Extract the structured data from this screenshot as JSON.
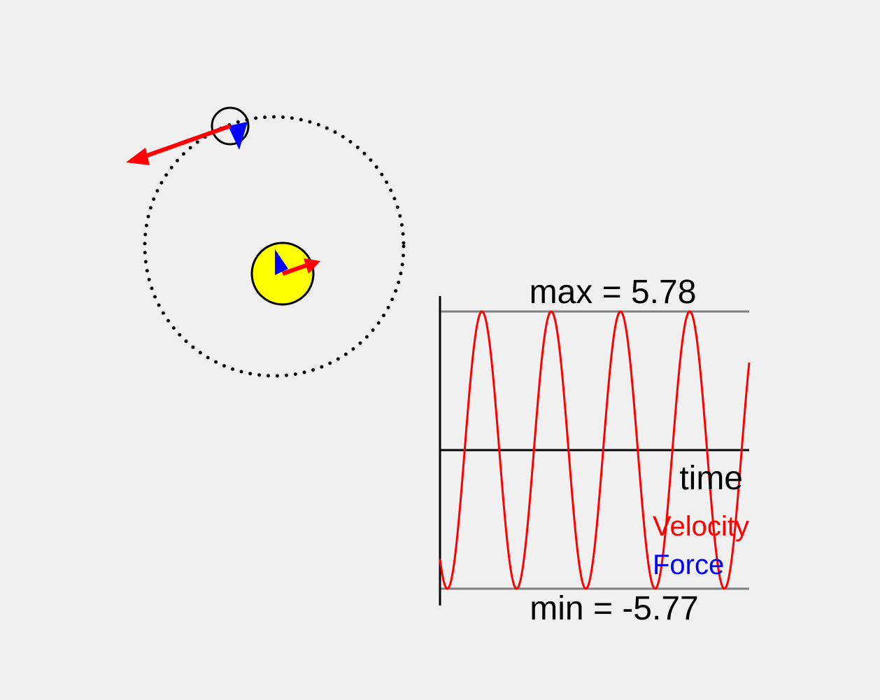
{
  "colors": {
    "background": "#f0f0f0",
    "orbit": "#000000",
    "star_fill": "#ffff00",
    "velocity": "#ff0000",
    "force": "#0000ff",
    "limit_lines": "#808080",
    "axes": "#000000"
  },
  "graph": {
    "max_label": "max = 5.78",
    "min_label": "min = -5.77",
    "time_label": "time",
    "velocity_label": "Velocity",
    "force_label": "Force"
  },
  "chart_data": {
    "type": "line",
    "xlabel": "time",
    "y_max": 5.78,
    "y_min": -5.77,
    "series": [
      {
        "name": "Velocity",
        "color": "#ff0000",
        "cycles": 4.3,
        "amplitude": 5.78
      },
      {
        "name": "Force",
        "color": "#0000ff"
      }
    ]
  }
}
